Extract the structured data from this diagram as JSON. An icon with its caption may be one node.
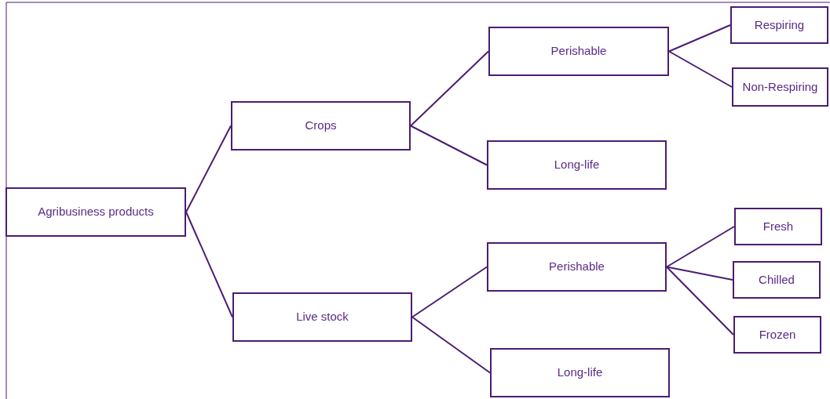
{
  "diagram": {
    "nodes": [
      {
        "text": [
          "Agribusiness products"
        ]
      },
      {
        "text": [
          "Crops"
        ]
      },
      {
        "text": [
          "Perishable"
        ]
      },
      {
        "text": [
          "Respiring"
        ]
      },
      {
        "text": [
          "Non-Respiring"
        ]
      },
      {
        "text": [
          "Long-life"
        ]
      },
      {
        "text": [
          "Live stock"
        ]
      },
      {
        "text": [
          "Perishable"
        ]
      },
      {
        "text": [
          "Fresh"
        ]
      },
      {
        "text": [
          "Chilled"
        ]
      },
      {
        "text": [
          "Frozen"
        ]
      },
      {
        "text": [
          "Long-life"
        ]
      }
    ],
    "edges": [
      {
        "from": 0,
        "to": 1,
        "arrow": "none"
      },
      {
        "from": 0,
        "to": 6,
        "arrow": "none"
      },
      {
        "from": 1,
        "to": 2,
        "arrow": "none"
      },
      {
        "from": 1,
        "to": 5,
        "arrow": "none"
      },
      {
        "from": 2,
        "to": 3,
        "arrow": "none"
      },
      {
        "from": 2,
        "to": 4,
        "arrow": "none"
      },
      {
        "from": 6,
        "to": 7,
        "arrow": "none"
      },
      {
        "from": 6,
        "to": 11,
        "arrow": "none"
      },
      {
        "from": 7,
        "to": 8,
        "arrow": "none"
      },
      {
        "from": 7,
        "to": 9,
        "arrow": "none"
      },
      {
        "from": 7,
        "to": 10,
        "arrow": "none"
      }
    ]
  }
}
